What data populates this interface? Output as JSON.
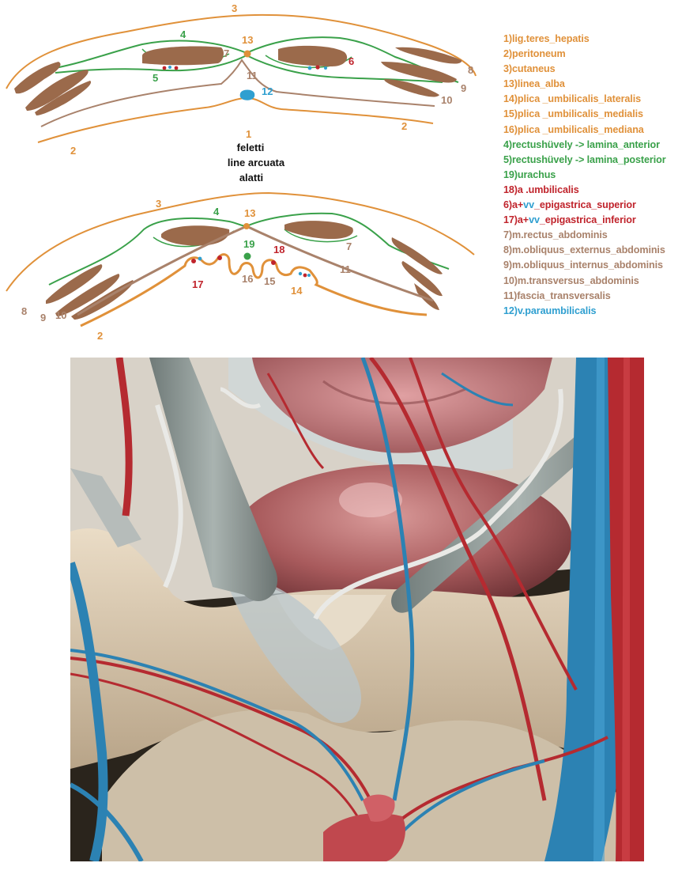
{
  "colors": {
    "orange": "#e0913a",
    "brown": "#a9826b",
    "green": "#3aa14a",
    "red": "#c0242c",
    "blue": "#2f9fd0",
    "muscle": "#9b6a4b"
  },
  "top_section": {
    "labels": {
      "n1": "1",
      "n2a": "2",
      "n2b": "2",
      "n3": "3",
      "n4": "4",
      "n5": "5",
      "n6": "6",
      "n7": "7",
      "n8": "8",
      "n9": "9",
      "n10": "10",
      "n11": "11",
      "n12": "12",
      "n13": "13"
    }
  },
  "caption": {
    "line1": "feletti",
    "line2": "line arcuata",
    "line3": "alatti"
  },
  "bottom_section": {
    "labels": {
      "n2": "2",
      "n3": "3",
      "n4": "4",
      "n7": "7",
      "n8": "8",
      "n9": "9",
      "n10": "10",
      "n11": "11",
      "n13": "13",
      "n14": "14",
      "n15": "15",
      "n16": "16",
      "n17": "17",
      "n18": "18",
      "n19": "19"
    }
  },
  "legend": [
    {
      "parts": [
        {
          "text": "1)lig.teres_hepatis",
          "color": "orange"
        }
      ]
    },
    {
      "parts": [
        {
          "text": "2)peritoneum",
          "color": "orange"
        }
      ]
    },
    {
      "parts": [
        {
          "text": "3)cutaneus",
          "color": "orange"
        }
      ]
    },
    {
      "parts": [
        {
          "text": "13)linea_alba",
          "color": "orange"
        }
      ]
    },
    {
      "parts": [
        {
          "text": "14)plica _umbilicalis_lateralis",
          "color": "orange"
        }
      ]
    },
    {
      "parts": [
        {
          "text": "15)plica _umbilicalis_medialis",
          "color": "orange"
        }
      ]
    },
    {
      "parts": [
        {
          "text": "16)plica _umbilicalis_mediana",
          "color": "orange"
        }
      ]
    },
    {
      "parts": [
        {
          "text": "4)rectushüvely -> lamina_anterior",
          "color": "green"
        }
      ]
    },
    {
      "parts": [
        {
          "text": "5)rectushüvely -> lamina_posterior",
          "color": "green"
        }
      ]
    },
    {
      "parts": [
        {
          "text": "19)urachus",
          "color": "green"
        }
      ]
    },
    {
      "parts": [
        {
          "text": "18)a .umbilicalis",
          "color": "red"
        }
      ]
    },
    {
      "parts": [
        {
          "text": "6)a+",
          "color": "red"
        },
        {
          "text": "vv",
          "color": "blue"
        },
        {
          "text": "_epigastrica_superior",
          "color": "red"
        }
      ]
    },
    {
      "parts": [
        {
          "text": "17)a+",
          "color": "red"
        },
        {
          "text": "vv",
          "color": "blue"
        },
        {
          "text": "_epigastrica_inferior",
          "color": "red"
        }
      ]
    },
    {
      "parts": [
        {
          "text": "7)m.rectus_abdominis",
          "color": "brown"
        }
      ]
    },
    {
      "parts": [
        {
          "text": "8)m.obliquus_externus_abdominis",
          "color": "brown"
        }
      ]
    },
    {
      "parts": [
        {
          "text": "9)m.obliquus_internus_abdominis",
          "color": "brown"
        }
      ]
    },
    {
      "parts": [
        {
          "text": "10)m.transversus_abdominis",
          "color": "brown"
        }
      ]
    },
    {
      "parts": [
        {
          "text": "11)fascia_transversalis",
          "color": "brown"
        }
      ]
    },
    {
      "parts": [
        {
          "text": "12)v.paraumbilicalis",
          "color": "blue"
        }
      ]
    }
  ]
}
